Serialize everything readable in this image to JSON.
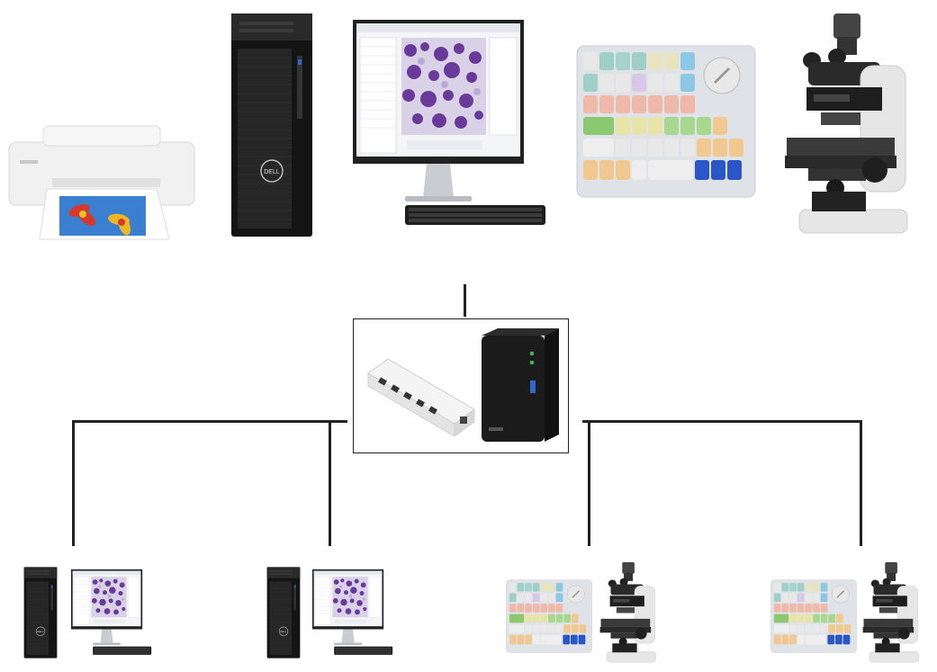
{
  "diagram": {
    "top_devices": [
      {
        "id": "printer",
        "icon": "printer-icon"
      },
      {
        "id": "tower",
        "icon": "dell-tower-icon",
        "brand": "DELL"
      },
      {
        "id": "monitor",
        "icon": "monitor-with-cell-image-icon"
      },
      {
        "id": "cell-counter",
        "icon": "cell-counter-keypad-icon"
      },
      {
        "id": "microscope",
        "icon": "microscope-icon"
      }
    ],
    "hub": {
      "items": [
        "network-switch-icon",
        "nas-storage-icon"
      ]
    },
    "bottom_nodes": [
      {
        "id": "workstation-1",
        "icons": [
          "dell-tower-icon",
          "monitor-with-cell-image-icon"
        ]
      },
      {
        "id": "workstation-2",
        "icons": [
          "dell-tower-icon",
          "monitor-with-cell-image-icon"
        ]
      },
      {
        "id": "scope-station-1",
        "icons": [
          "cell-counter-keypad-icon",
          "microscope-icon"
        ]
      },
      {
        "id": "scope-station-2",
        "icons": [
          "cell-counter-keypad-icon",
          "microscope-icon"
        ]
      }
    ],
    "colors": {
      "line": "#222222",
      "tower": "#1a1a1a",
      "cell": "#6a3a9a"
    }
  }
}
